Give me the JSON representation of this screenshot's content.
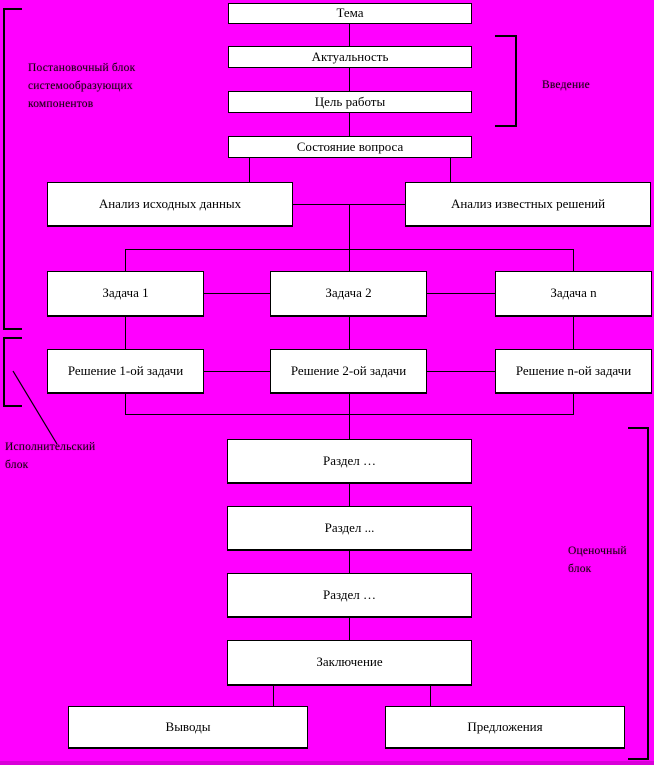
{
  "colors": {
    "background": "#FF00FF",
    "box_fill": "#FFFFFF",
    "box_border": "#000000",
    "connector": "#000000",
    "annotation_text": "#14000f"
  },
  "diagram": {
    "boxes": {
      "tema": "Тема",
      "aktualnost": "Актуальность",
      "tsel_raboty": "Цель работы",
      "sostoyanie_voprosa": "Состояние вопроса",
      "analiz_ishodnyh": "Анализ исходных данных",
      "analiz_izvestnyh": "Анализ известных решений",
      "zadacha_1": "Задача 1",
      "zadacha_2": "Задача 2",
      "zadacha_n": "Задача n",
      "reshenie_1": "Решение 1-ой задачи",
      "reshenie_2": "Решение 2-ой задачи",
      "reshenie_n": "Решение n-ой задачи",
      "razdel_1": "Раздел …",
      "razdel_2": "Раздел ...",
      "razdel_3": "Раздел …",
      "zaklyuchenie": "Заключение",
      "vyvody": "Выводы",
      "predlozheniya": "Предложения"
    },
    "annotations": {
      "postanovochny_blok": "Постановочный блок\nсистемообразующих\nкомпонентов",
      "vvedenie": "Введение",
      "ispolnitelsky_blok": "Исполнительский\nблок",
      "otsenochny_blok": "Оценочный\nблок"
    }
  }
}
